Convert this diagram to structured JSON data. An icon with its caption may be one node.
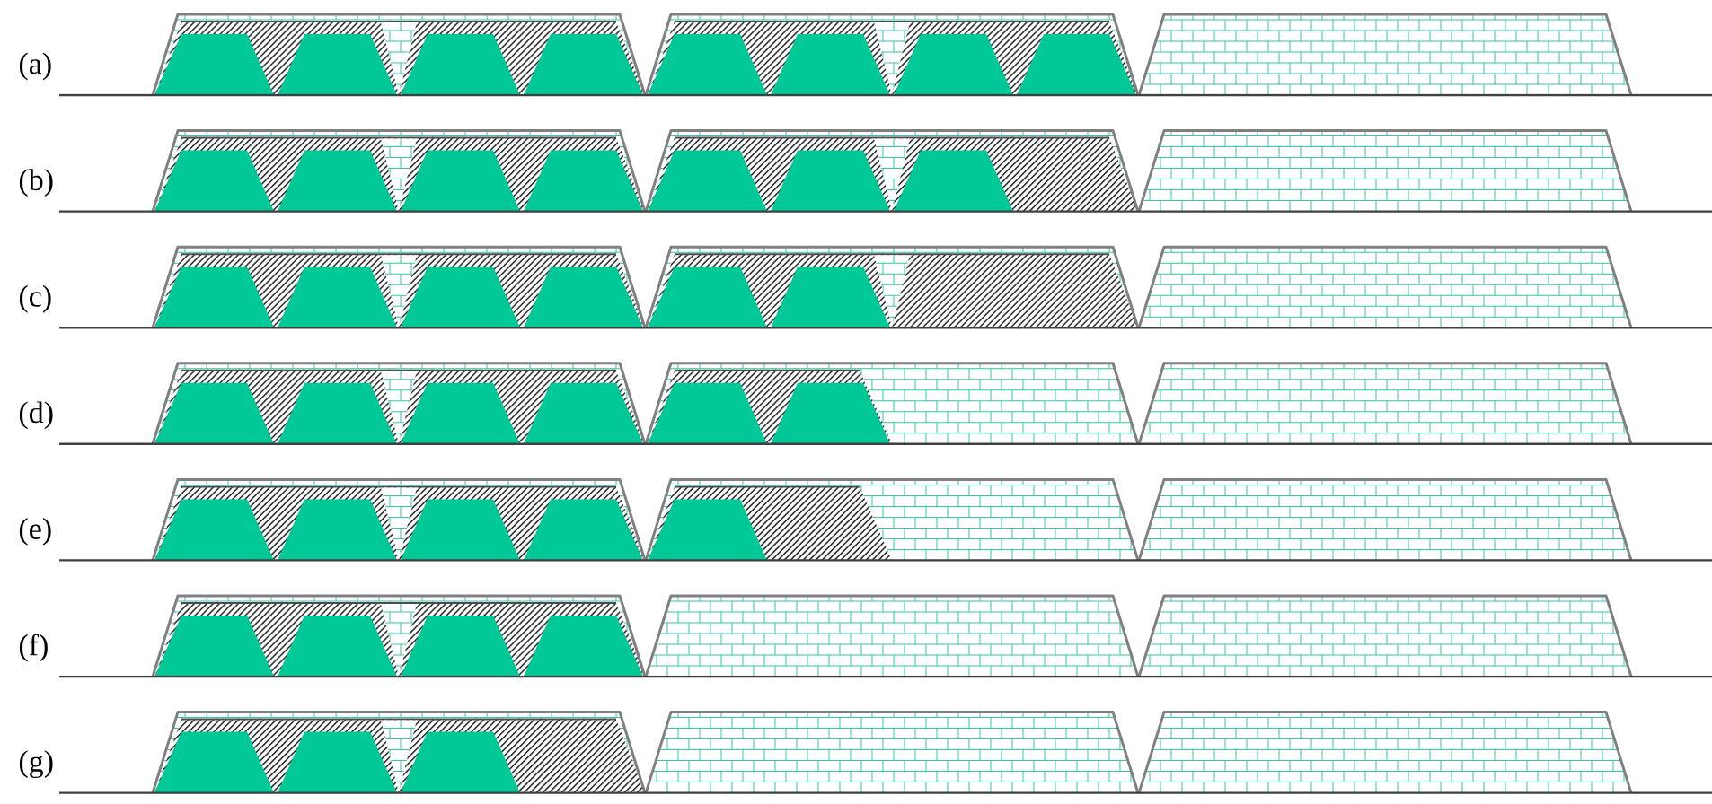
{
  "diagram": {
    "labels": [
      "(a)",
      "(b)",
      "(c)",
      "(d)",
      "(e)",
      "(f)",
      "(g)"
    ]
  }
}
